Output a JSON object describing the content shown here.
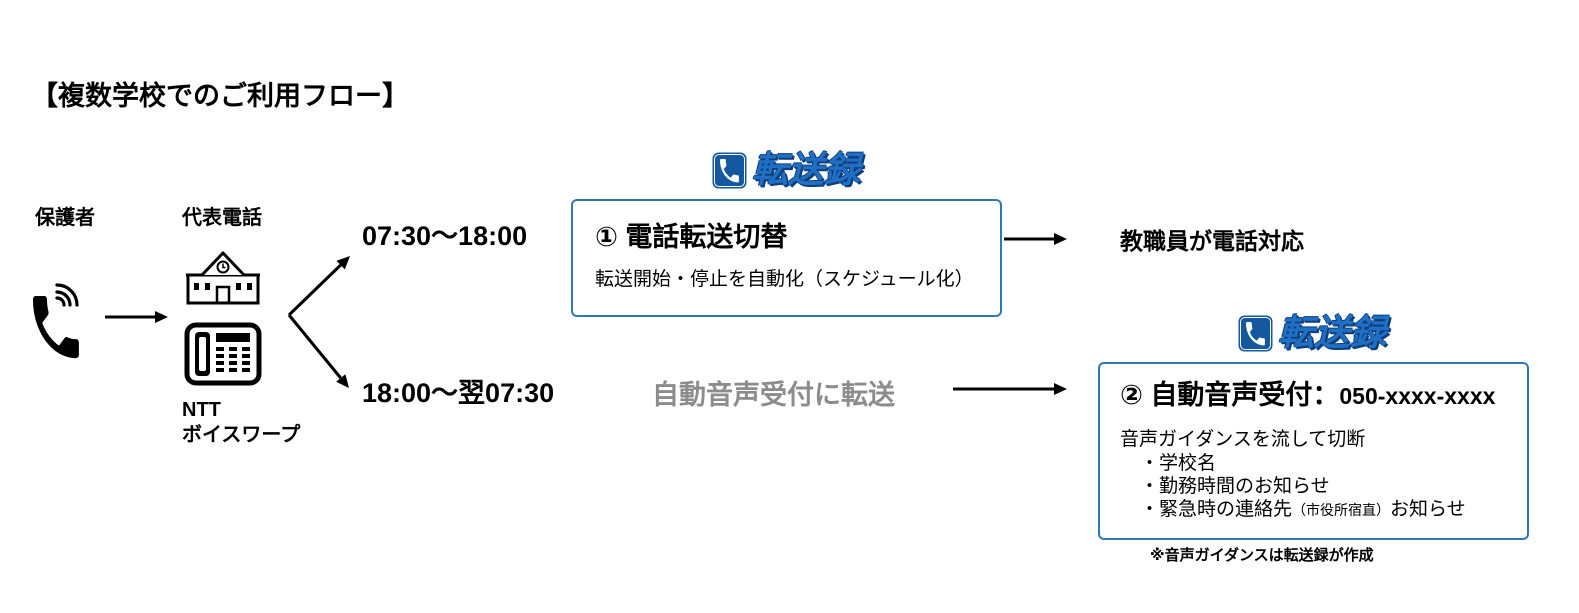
{
  "title": "【複数学校でのご利用フロー】",
  "colors": {
    "brand": "#1f6fc4",
    "brand_icon": "#14599f",
    "box_border": "#2f78b5",
    "muted_text": "#8c8c8c"
  },
  "caller": {
    "label": "保護者",
    "icon": "phone-call-icon"
  },
  "representative": {
    "label": "代表電話",
    "building_icon": "school-building-icon",
    "phone_icon": "office-phone-icon",
    "provider_line1": "NTT",
    "provider_line2": "ボイスワープ"
  },
  "routes": {
    "daytime": "07:30〜18:00",
    "night": "18:00〜翌07:30"
  },
  "brand": {
    "name": "転送録",
    "icon": "phone-badge-icon"
  },
  "step1": {
    "title": "① 電話転送切替",
    "description": "転送開始・停止を自動化（スケジュール化）"
  },
  "daytime_result": "教職員が電話対応",
  "night_transfer": "自動音声受付に転送",
  "step2": {
    "title": "② 自動音声受付：",
    "number": "050-xxxx-xxxx",
    "description": "音声ガイダンスを流して切断",
    "items": [
      {
        "text": "・学校名"
      },
      {
        "text": "・勤務時間のお知らせ"
      },
      {
        "text": "・緊急時の連絡先",
        "note": "（市役所宿直）",
        "suffix": "お知らせ"
      }
    ]
  },
  "footnote": "※音声ガイダンスは転送録が作成"
}
